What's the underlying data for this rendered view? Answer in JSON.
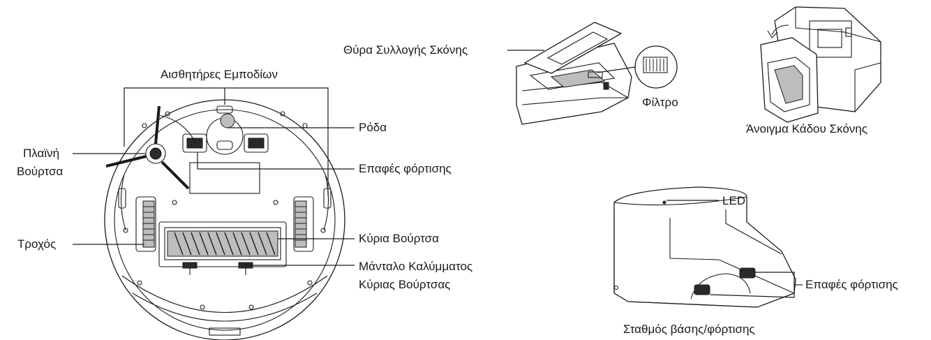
{
  "robot": {
    "obstacle_sensors": "Αισθητήρες Εμποδίων",
    "wheel_caster": "Ρόδα",
    "side_brush_line1": "Πλαϊνή",
    "side_brush_line2": "Βούρτσα",
    "charging_contacts": "Επαφές φόρτισης",
    "drive_wheel": "Τροχός",
    "main_brush": "Κύρια Βούρτσα",
    "brush_cover_latch_line1": "Μάνταλο Καλύμματος",
    "brush_cover_latch_line2": "Κύριας Βούρτσας"
  },
  "dustbin": {
    "dust_door": "Θύρα Συλλογής Σκόνης",
    "filter": "Φίλτρο",
    "open_bin": "Άνοιγμα Κάδου Σκόνης"
  },
  "station": {
    "led": "LED",
    "charging_contacts": "Επαφές φόρτισης",
    "caption": "Σταθμός βάσης/φόρτισης"
  }
}
